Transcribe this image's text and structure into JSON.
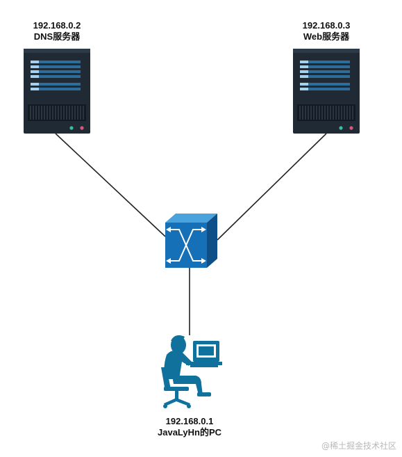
{
  "nodes": {
    "dns_server": {
      "ip": "192.168.0.2",
      "name": "DNS服务器"
    },
    "web_server": {
      "ip": "192.168.0.3",
      "name": "Web服务器"
    },
    "pc": {
      "ip": "192.168.0.1",
      "name": "JavaLyHn的PC"
    }
  },
  "watermark": "@稀土掘金技术社区",
  "colors": {
    "server_body": "#1f2a35",
    "server_bar": "#2e6c99",
    "switch_face": "#1570b8",
    "user_figure": "#10719c",
    "connector": "#222222"
  }
}
